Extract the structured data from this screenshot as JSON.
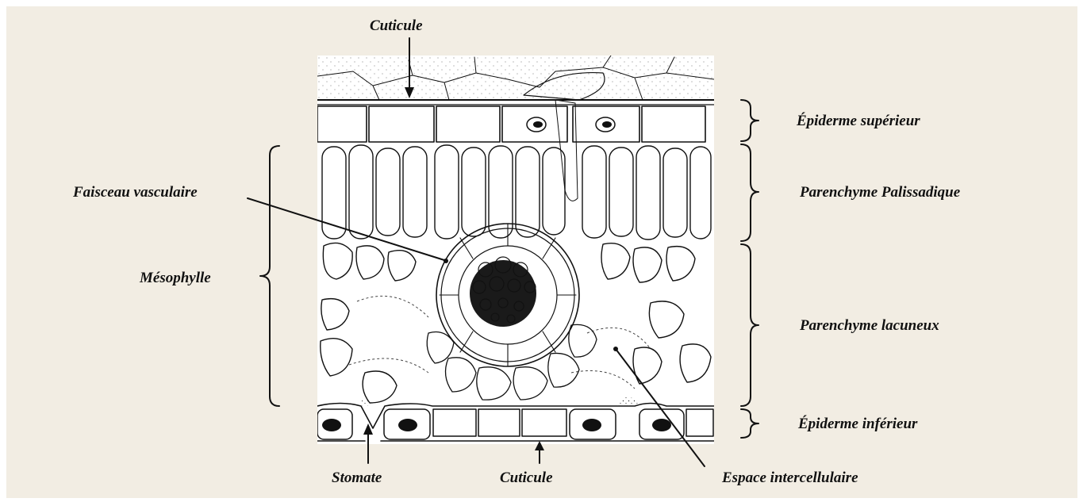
{
  "labels": {
    "cuticle_top": "Cuticule",
    "upper_epidermis": "Épiderme supérieur",
    "palisade": "Parenchyme Palissadique",
    "vascular_bundle": "Faisceau vasculaire",
    "mesophyll": "Mésophylle",
    "spongy": "Parenchyme lacuneux",
    "lower_epidermis": "Épiderme inférieur",
    "stomata": "Stomate",
    "cuticle_bottom": "Cuticule",
    "intercellular_space": "Espace intercellulaire"
  },
  "colors": {
    "background": "#f2ede3",
    "ink": "#111111",
    "paper": "#ffffff"
  }
}
